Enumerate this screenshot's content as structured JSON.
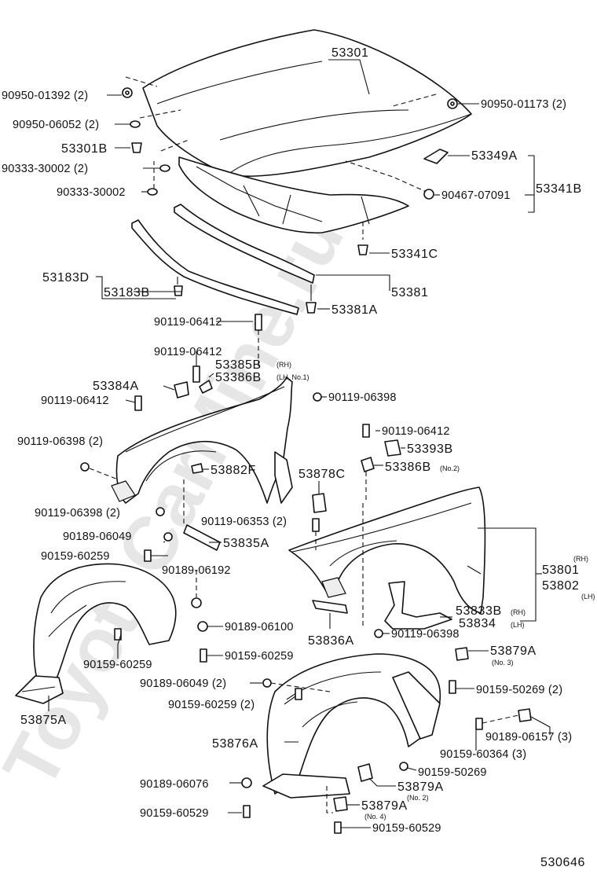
{
  "watermark": "ToyotaCarMine.ru",
  "figure_id": "530646",
  "labels": {
    "l_53301": "53301",
    "l_90950_01392": "90950-01392 (2)",
    "l_90950_06052": "90950-06052 (2)",
    "l_53301B": "53301B",
    "l_90333_30002_2": "90333-30002 (2)",
    "l_90333_30002": "90333-30002",
    "l_90950_01173": "90950-01173 (2)",
    "l_53349A": "53349A",
    "l_90467_07091": "90467-07091",
    "l_53341B": "53341B",
    "l_53341C": "53341C",
    "l_53183D": "53183D",
    "l_53183B": "53183B",
    "l_53381": "53381",
    "l_53381A": "53381A",
    "l_90119_06412_a": "90119-06412",
    "l_90119_06412_b": "90119-06412",
    "l_53385B": "53385B",
    "l_53386B": "53386B",
    "l_rh_1": "(RH)",
    "l_lh_no1": "(LH, No.1)",
    "l_53384A": "53384A",
    "l_90119_06412_c": "90119-06412",
    "l_90119_06398_a": "90119-06398",
    "l_90119_06398_2": "90119-06398 (2)",
    "l_90119_06412_d": "90119-06412",
    "l_53393B": "53393B",
    "l_53882F": "53882F",
    "l_53878C": "53878C",
    "l_53386B_no2": "53386B",
    "l_no2_a": "(No.2)",
    "l_90119_06398_2b": "90119-06398 (2)",
    "l_90119_06353": "90119-06353 (2)",
    "l_90189_06049": "90189-06049",
    "l_53835A": "53835A",
    "l_90159_60259_a": "90159-60259",
    "l_90189_06192": "90189-06192",
    "l_rh_2": "(RH)",
    "l_53801": "53801",
    "l_53802": "53802",
    "l_lh_2": "(LH)",
    "l_53833B": "53833B",
    "l_rh_3": "(RH)",
    "l_53834": "53834",
    "l_lh_3": "(LH)",
    "l_90189_06100": "90189-06100",
    "l_53836A": "53836A",
    "l_90119_06398_b": "90119-06398",
    "l_90159_60259_b": "90159-60259",
    "l_90159_60259_c": "90159-60259",
    "l_53879A_a": "53879A",
    "l_no3": "(No. 3)",
    "l_90189_06049_2": "90189-06049 (2)",
    "l_90159_50269_2": "90159-50269 (2)",
    "l_90159_60259_2": "90159-60259 (2)",
    "l_53875A": "53875A",
    "l_53876A": "53876A",
    "l_90189_06157": "90189-06157 (3)",
    "l_90159_60364": "90159-60364 (3)",
    "l_90159_50269": "90159-50269",
    "l_90189_06076": "90189-06076",
    "l_53879A_b": "53879A",
    "l_no2_b": "(No. 2)",
    "l_90159_60529_a": "90159-60529",
    "l_53879A_c": "53879A",
    "l_no4": "(No. 4)",
    "l_90159_60529_b": "90159-60529"
  }
}
